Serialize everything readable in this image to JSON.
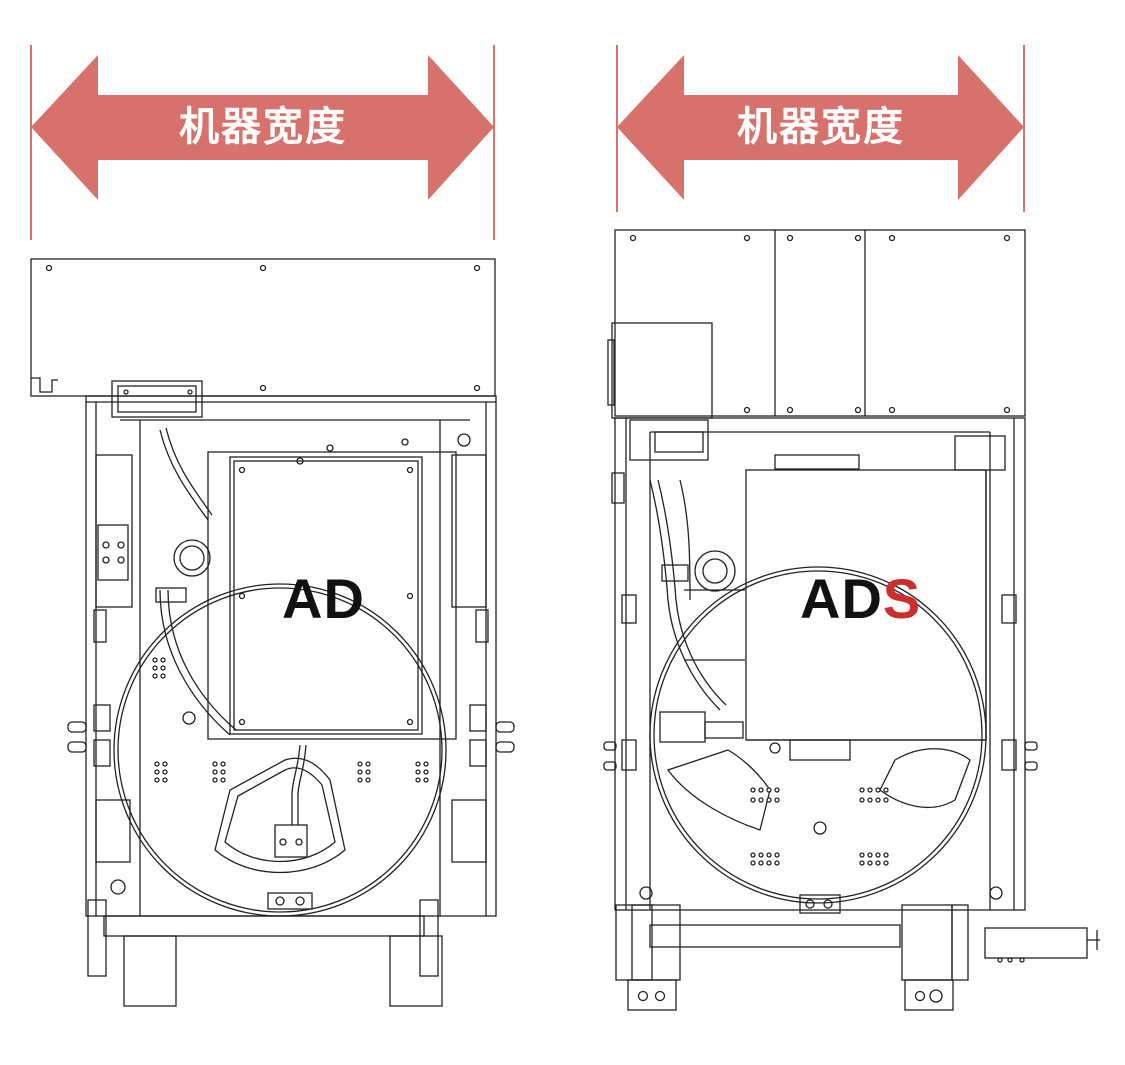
{
  "colors": {
    "arrow": "#D6716B",
    "line": "#222222",
    "accent_letter": "#CC2E2E"
  },
  "left": {
    "width_label": "机器宽度",
    "model_label": "AD"
  },
  "right": {
    "width_label": "机器宽度",
    "model_prefix": "AD",
    "model_accent": "S"
  }
}
